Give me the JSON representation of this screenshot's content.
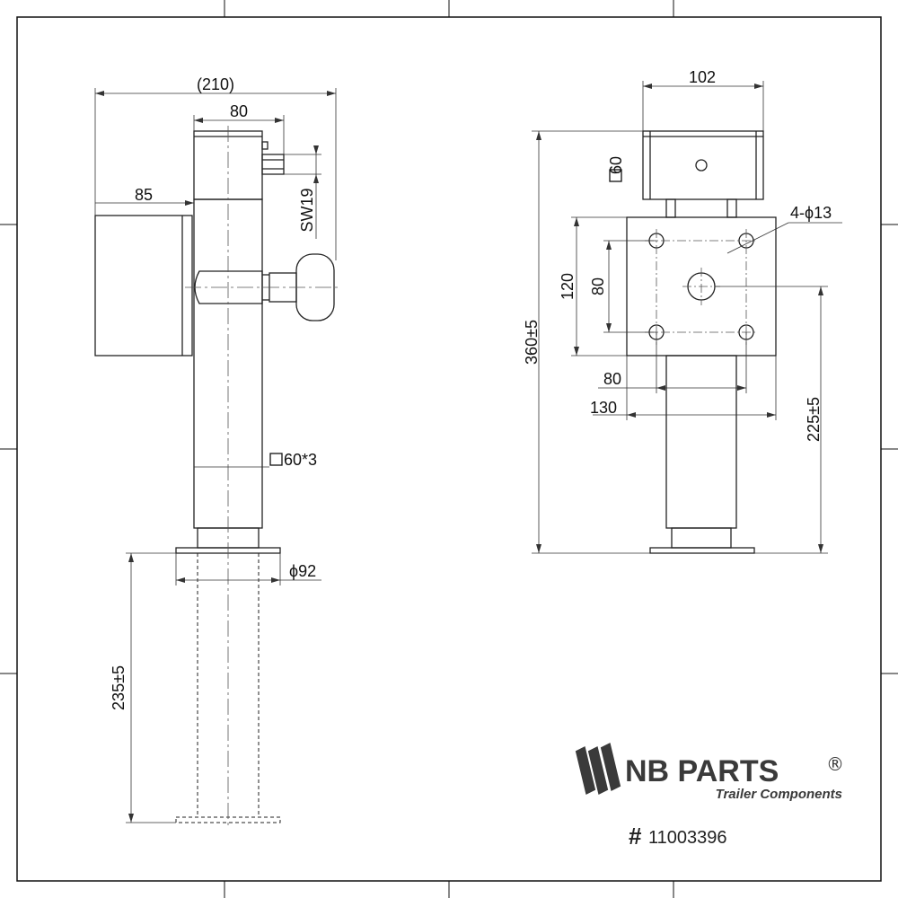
{
  "dimensions": {
    "overall_width": "(210)",
    "handle_box_width": "80",
    "side_box_width": "85",
    "wrench_size": "SW19",
    "tube_profile": "60*3",
    "foot_diameter": "ϕ92",
    "stroke": "235±5",
    "top_box_width": "102",
    "top_box_profile": "60",
    "hole_callout": "4-ϕ13",
    "plate_height": "120",
    "hole_spacing_vertical": "80",
    "hole_spacing_horizontal": "80",
    "plate_width": "130",
    "overall_height": "360±5",
    "plate_to_foot": "225±5"
  },
  "logo": {
    "brand": "NB PARTS",
    "registered": "®",
    "tagline": "Trailer Components"
  },
  "part_number": {
    "hash": "#",
    "number": "11003396"
  }
}
